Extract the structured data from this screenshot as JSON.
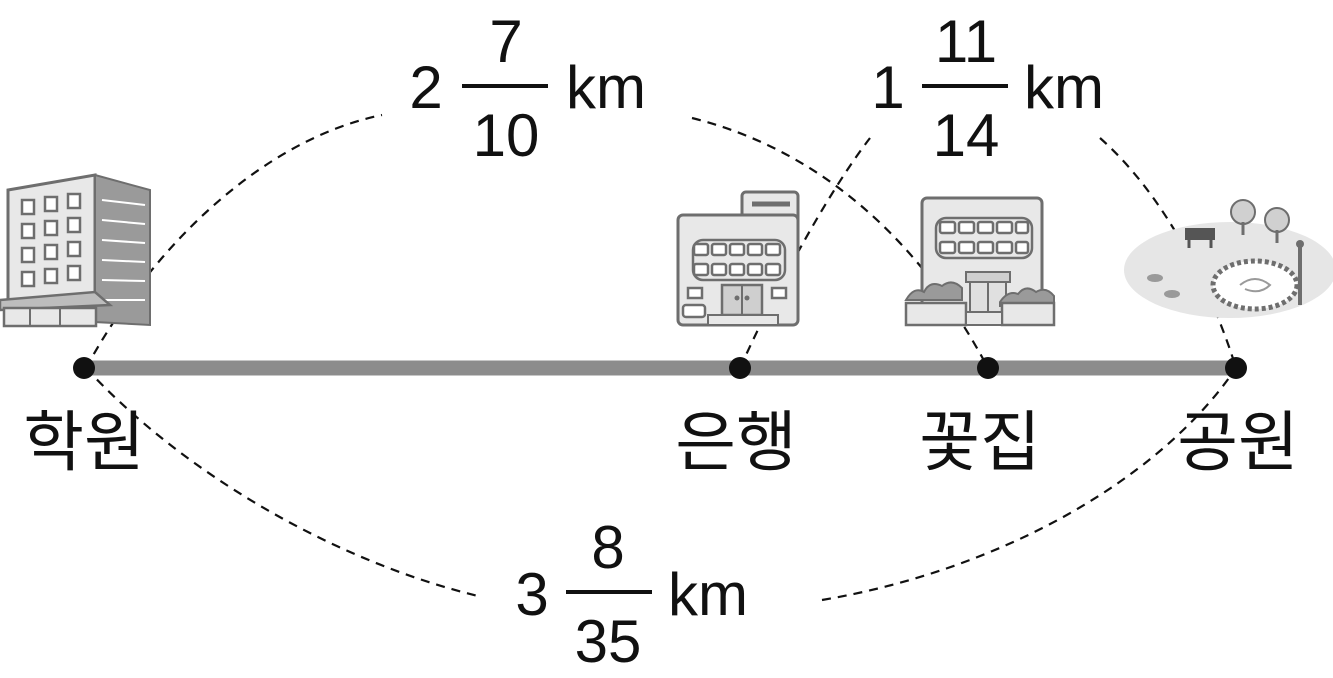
{
  "places": [
    {
      "id": "academy",
      "label": "학원",
      "icon": "office-building-icon"
    },
    {
      "id": "bank",
      "label": "은행",
      "icon": "bank-building-icon"
    },
    {
      "id": "flower_shop",
      "label": "꽃집",
      "icon": "flower-shop-icon"
    },
    {
      "id": "park",
      "label": "공원",
      "icon": "park-icon"
    }
  ],
  "distances": [
    {
      "id": "academy_to_flower_shop",
      "from": "학원",
      "to": "꽃집",
      "whole": "2",
      "numerator": "7",
      "denominator": "10",
      "unit": "km"
    },
    {
      "id": "bank_to_park",
      "from": "은행",
      "to": "공원",
      "whole": "1",
      "numerator": "11",
      "denominator": "14",
      "unit": "km"
    },
    {
      "id": "academy_to_park",
      "from": "학원",
      "to": "공원",
      "whole": "3",
      "numerator": "8",
      "denominator": "35",
      "unit": "km"
    }
  ],
  "colors": {
    "line": "#8c8c8c",
    "dot": "#111111",
    "text": "#111111"
  }
}
